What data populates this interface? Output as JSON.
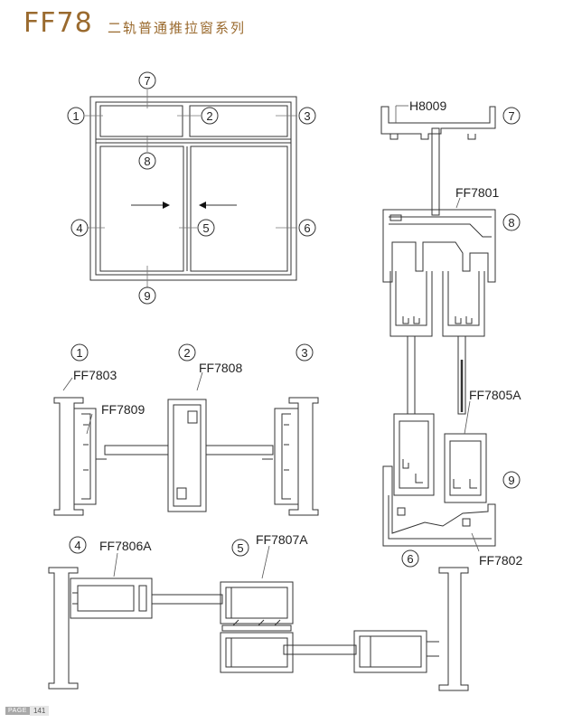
{
  "header": {
    "series_code": "FF78",
    "series_name": "二轨普通推拉窗系列"
  },
  "callouts": [
    "1",
    "2",
    "3",
    "4",
    "5",
    "6",
    "7",
    "8",
    "9"
  ],
  "profiles": {
    "h8009": "H8009",
    "ff7801": "FF7801",
    "ff7805a": "FF7805A",
    "ff7802": "FF7802",
    "ff7803": "FF7803",
    "ff7808": "FF7808",
    "ff7809": "FF7809",
    "ff7806a": "FF7806A",
    "ff7807a": "FF7807A"
  },
  "footer": {
    "page_label": "PAGE",
    "page_number": "141"
  }
}
